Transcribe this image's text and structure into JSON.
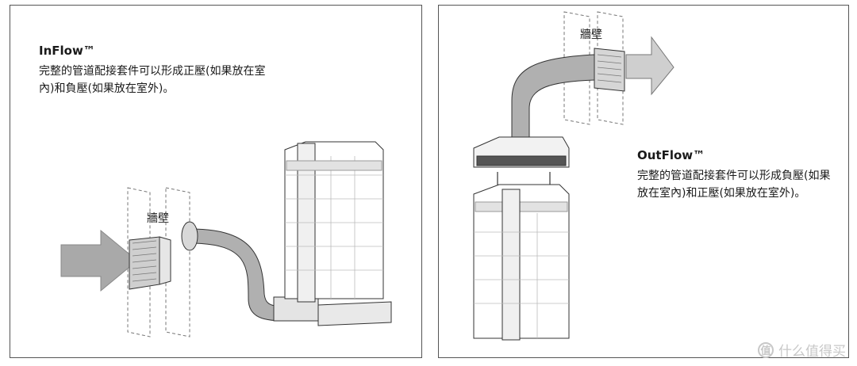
{
  "inflow": {
    "title": "InFlow™",
    "description": "完整的管道配接套件可以形成正壓(如果放在室內)和負壓(如果放在室外)。",
    "wall_label": "牆壁"
  },
  "outflow": {
    "title": "OutFlow™",
    "description": "完整的管道配接套件可以形成負壓(如果放在室內)和正壓(如果放在室外)。",
    "wall_label": "牆壁"
  },
  "watermark": {
    "logo_text": "值",
    "text": "什么值得买"
  },
  "colors": {
    "arrow": "#a9a9a9",
    "duct": "#b0b0b0",
    "outline": "#333333",
    "filter_line": "#bbbbbb",
    "watermark": "#c8c8c8"
  }
}
